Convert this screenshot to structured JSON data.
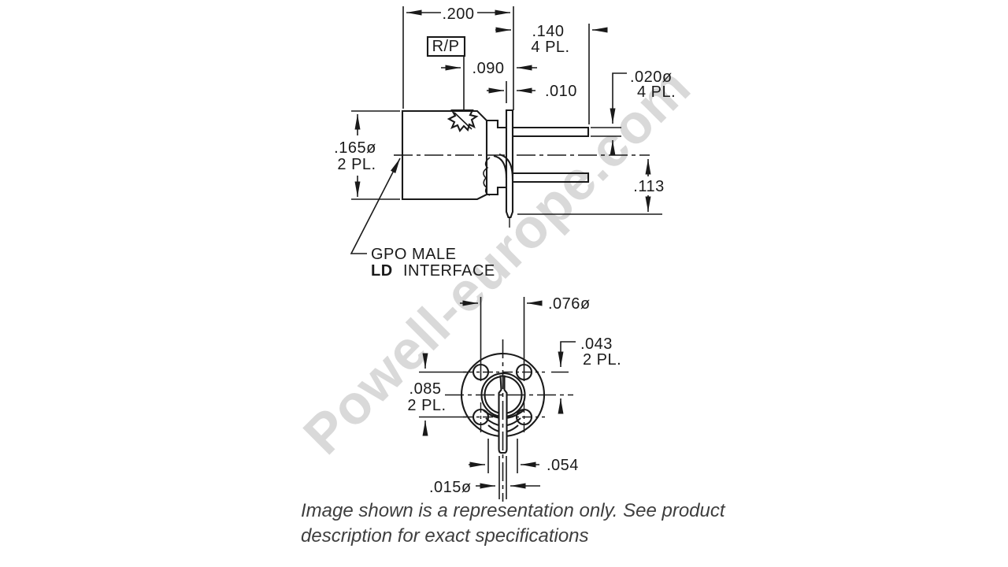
{
  "watermark": "Powell-europe.com",
  "caption": {
    "line1": "Image shown is a representation only. See product",
    "line2": "description for exact specifications"
  },
  "side_view": {
    "rp_label": "R/P",
    "dim_200": ".200",
    "dim_140": ".140",
    "dim_140_places": "4 PL.",
    "dim_090": ".090",
    "dim_010": ".010",
    "dim_020": ".020ø",
    "dim_020_places": "4 PL.",
    "dim_165": ".165ø",
    "dim_165_places": "2 PL.",
    "dim_113": ".113",
    "label_gpo": "GPO MALE",
    "label_ld": "LD",
    "label_interface": "INTERFACE"
  },
  "front_view": {
    "dim_076": ".076ø",
    "dim_043": ".043",
    "dim_043_places": "2 PL.",
    "dim_085": ".085",
    "dim_085_places": "2 PL.",
    "dim_054": ".054",
    "dim_015": ".015ø"
  }
}
